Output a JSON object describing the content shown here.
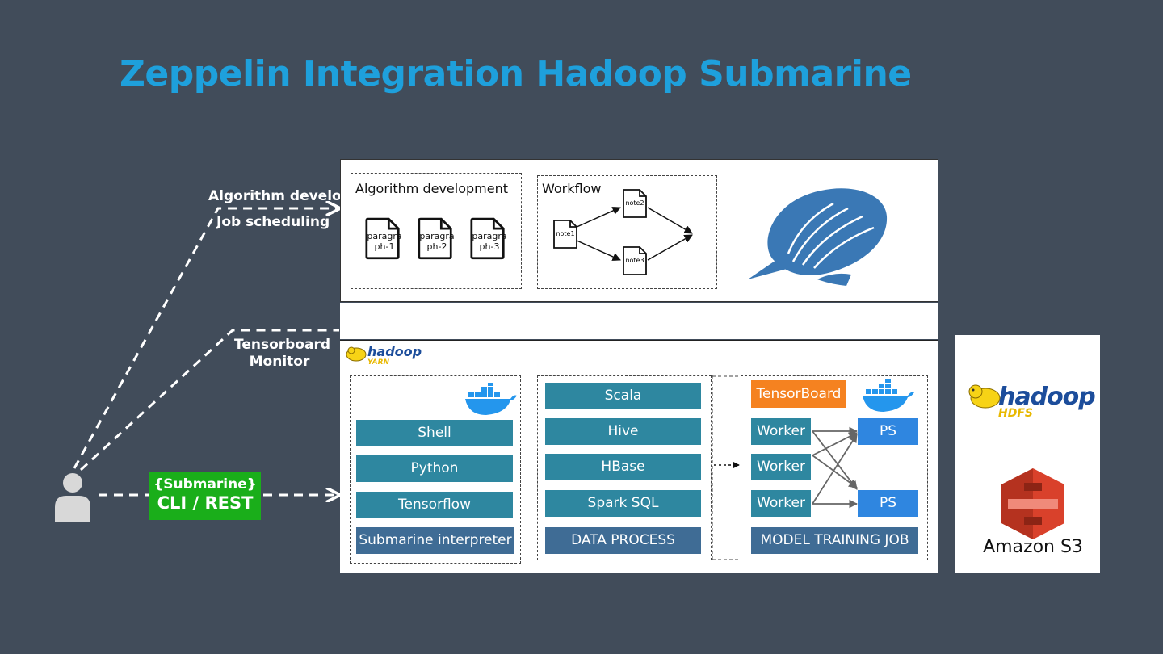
{
  "title": "Zeppelin Integration Hadoop Submarine",
  "user_links": {
    "algorithm": "Algorithm develop",
    "scheduling": "Job scheduling",
    "tensorboard_line1": "Tensorboard",
    "tensorboard_line2": "Monitor"
  },
  "submarine_badge": {
    "line1": "{Submarine}",
    "line2": "CLI / REST"
  },
  "zeppelin": {
    "algorithm_box_title": "Algorithm development",
    "paragraphs": [
      {
        "line1": "paragra",
        "line2": "ph-1"
      },
      {
        "line1": "paragra",
        "line2": "ph-2"
      },
      {
        "line1": "paragra",
        "line2": "ph-3"
      }
    ],
    "workflow_title": "Workflow",
    "notes": [
      "note1",
      "note2",
      "note3"
    ]
  },
  "yarn": {
    "logo_text": "hadoop",
    "logo_sub": "YARN",
    "interpreters": [
      "Shell",
      "Python",
      "Tensorflow",
      "Submarine interpreter"
    ],
    "data_process": [
      "Scala",
      "Hive",
      "HBase",
      "Spark SQL",
      "DATA  PROCESS"
    ],
    "training": {
      "tensorboard": "TensorBoard",
      "workers": [
        "Worker",
        "Worker",
        "Worker"
      ],
      "ps": [
        "PS",
        "PS"
      ],
      "job": "MODEL TRAINING JOB"
    }
  },
  "storage": {
    "hdfs_text": "hadoop",
    "hdfs_sub": "HDFS",
    "s3": "Amazon S3"
  },
  "colors": {
    "background": "#414c5a",
    "title": "#1ea0dc",
    "teal": "#2e87a0",
    "orange": "#f58220",
    "blue": "#2f86e0",
    "green": "#1aae1a",
    "zeppelin": "#3a78b5",
    "s3_red": "#d9412b"
  }
}
